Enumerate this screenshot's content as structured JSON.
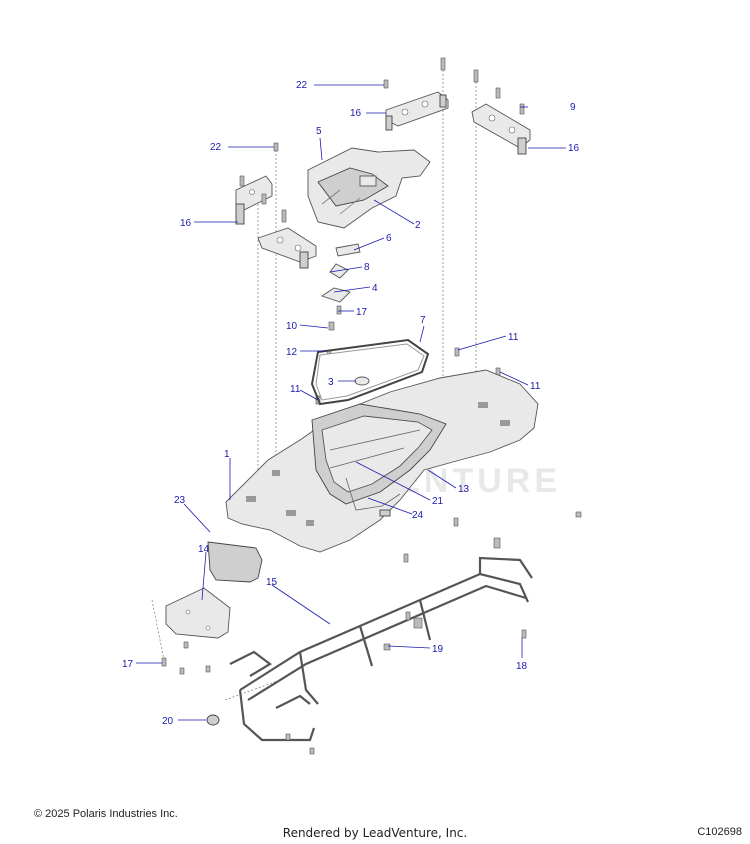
{
  "callouts": {
    "c1": "1",
    "c2": "2",
    "c3": "3",
    "c4": "4",
    "c5": "5",
    "c6": "6",
    "c7": "7",
    "c8": "8",
    "c9": "9",
    "c10": "10",
    "c11a": "11",
    "c11b": "11",
    "c11c": "11",
    "c12": "12",
    "c13": "13",
    "c14": "14",
    "c15": "15",
    "c16a": "16",
    "c16b": "16",
    "c16c": "16",
    "c17a": "17",
    "c17b": "17",
    "c18": "18",
    "c19": "19",
    "c20": "20",
    "c21": "21",
    "c22a": "22",
    "c22b": "22",
    "c23": "23",
    "c24": "24"
  },
  "footer": {
    "copyright": "© 2025 Polaris Industries Inc.",
    "rendered_by": "Rendered by LeadVenture, Inc.",
    "diagram_code": "C102698"
  }
}
